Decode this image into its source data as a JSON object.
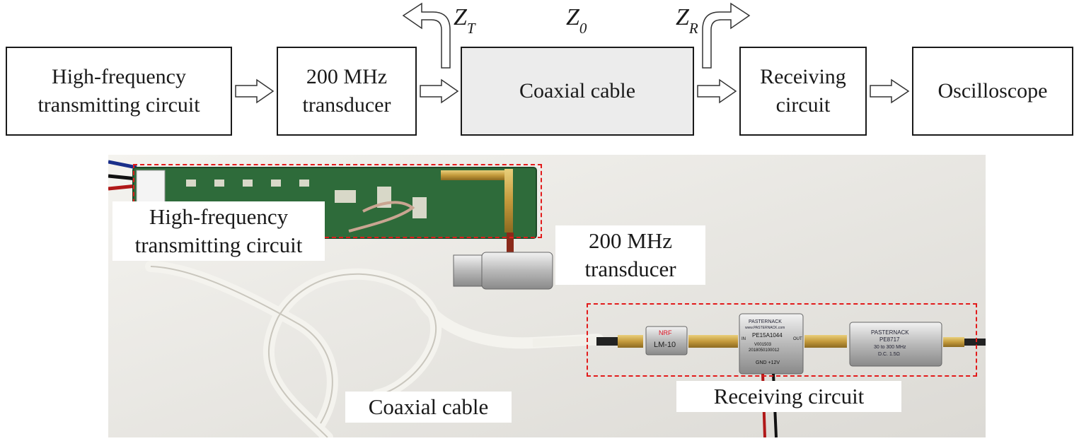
{
  "diagram": {
    "blocks": [
      {
        "id": "transmitter",
        "lines": [
          "High-frequency",
          "transmitting circuit"
        ]
      },
      {
        "id": "transducer",
        "lines": [
          "200 MHz",
          "transducer"
        ]
      },
      {
        "id": "cable",
        "lines": [
          "Coaxial cable"
        ]
      },
      {
        "id": "receiver",
        "lines": [
          "Receiving",
          "circuit"
        ]
      },
      {
        "id": "oscilloscope",
        "lines": [
          "Oscilloscope"
        ]
      }
    ],
    "impedances": {
      "zt": {
        "symbol": "Z",
        "subscript": "T"
      },
      "z0": {
        "symbol": "Z",
        "subscript": "0"
      },
      "zr": {
        "symbol": "Z",
        "subscript": "R"
      }
    }
  },
  "photo": {
    "labels": {
      "transmitter": [
        "High-frequency",
        "transmitting circuit"
      ],
      "transducer": [
        "200 MHz",
        "transducer"
      ],
      "cable": "Coaxial cable",
      "receiver": "Receiving circuit"
    },
    "device_texts": {
      "filter_brand": "NRF",
      "filter_model": "LM-10",
      "amp_brand": "PASTERNACK",
      "amp_url": "www.PASTERNACK.com",
      "amp_model": "PE15A1044",
      "amp_serial1": "V001503",
      "amp_serial2": "2018050100012",
      "amp_in": "IN",
      "amp_out": "OUT",
      "amp_power": "GND   +12V",
      "bp_brand": "PASTERNACK",
      "bp_model": "PE8717",
      "bp_range": "30 to 300 MHz",
      "bp_dc": "D.C. 1.5Ω"
    },
    "colors": {
      "highlight": "#e21b1b",
      "pcb": "#2e6b3a",
      "background": "#d9d7d2"
    }
  }
}
